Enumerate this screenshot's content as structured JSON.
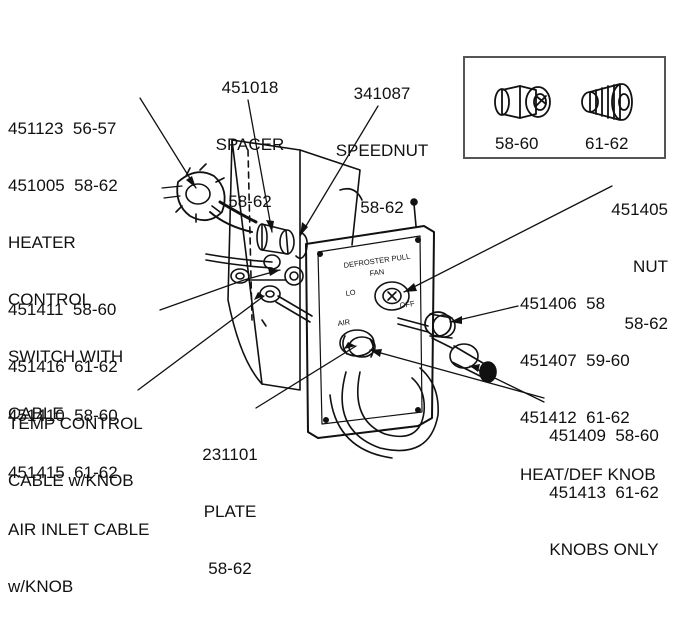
{
  "callouts": {
    "heater_switch": {
      "lines": [
        "451123  56-57",
        "451005  58-62",
        "HEATER",
        "CONTROL",
        "SWITCH WITH",
        "CABLE"
      ]
    },
    "spacer": {
      "lines": [
        "451018",
        "SPACER",
        "58-62"
      ]
    },
    "speednut": {
      "lines": [
        "341087",
        "SPEEDNUT",
        "58-62"
      ]
    },
    "nut": {
      "lines": [
        "451405",
        "NUT",
        "58-62"
      ]
    },
    "heat_def_knob": {
      "lines": [
        "451406  58",
        "451407  59-60",
        "451412  61-62",
        "HEAT/DEF KNOB"
      ]
    },
    "temp_control": {
      "lines": [
        "451411  58-60",
        "451416  61-62",
        "TEMP CONTROL",
        "CABLE w/KNOB"
      ]
    },
    "air_inlet": {
      "lines": [
        "451410  58-60",
        "451415  61-62",
        "AIR INLET CABLE",
        "w/KNOB"
      ]
    },
    "plate": {
      "lines": [
        "231101",
        "PLATE",
        "58-62"
      ]
    },
    "knobs_only": {
      "lines": [
        "451409  58-60",
        "451413  61-62",
        "KNOBS ONLY"
      ]
    }
  },
  "inset": {
    "left_label": "58-60",
    "right_label": "61-62"
  },
  "panel_text": {
    "title": "DEFROSTER PULL",
    "fan": "FAN",
    "lo": "LO",
    "off": "OFF",
    "air": "AIR"
  }
}
